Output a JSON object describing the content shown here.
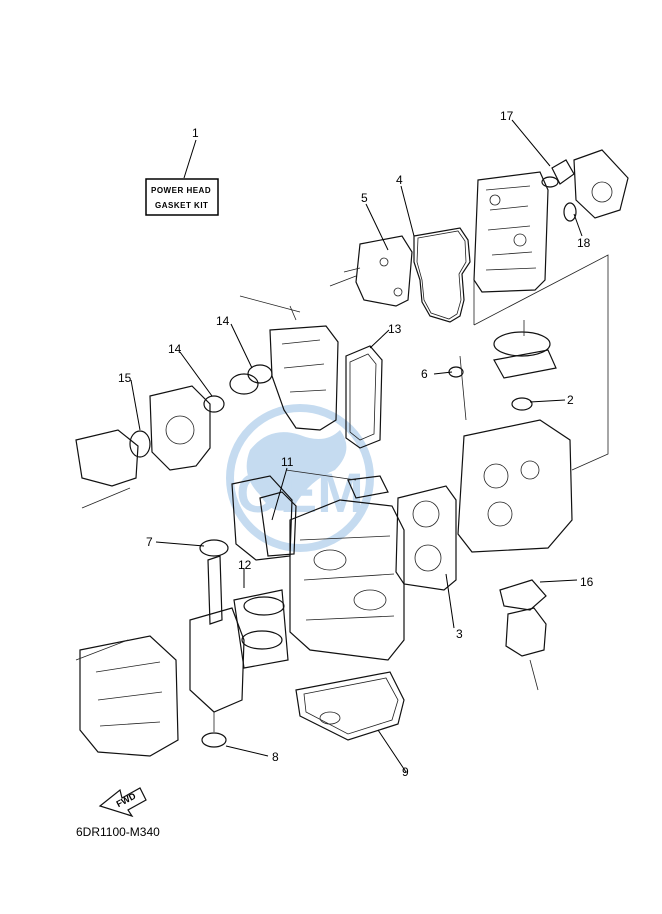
{
  "callouts": {
    "c1": "1",
    "c2": "2",
    "c3": "3",
    "c4": "4",
    "c5": "5",
    "c6": "6",
    "c7": "7",
    "c8": "8",
    "c9": "9",
    "c11": "11",
    "c12": "12",
    "c13": "13",
    "c14a": "14",
    "c14b": "14",
    "c15": "15",
    "c16": "16",
    "c17": "17",
    "c18": "18"
  },
  "kit_label": {
    "line1": "POWER HEAD",
    "line2": "GASKET KIT"
  },
  "fwd_label": "FWD",
  "diagram_code": "6DR1100-M340",
  "watermark": {
    "text": "OEM",
    "color": "#5b9bd5"
  }
}
